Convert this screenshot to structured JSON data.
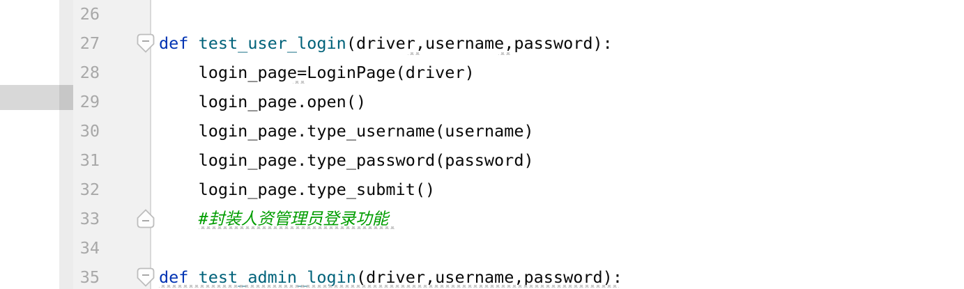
{
  "editor": {
    "gutter": {
      "line_numbers": [
        "26",
        "27",
        "28",
        "29",
        "30",
        "31",
        "32",
        "33",
        "34",
        "35"
      ],
      "fold_markers": [
        {
          "line": "27",
          "type": "collapse-start"
        },
        {
          "line": "33",
          "type": "collapse-end"
        },
        {
          "line": "35",
          "type": "collapse-start"
        }
      ]
    },
    "code": {
      "line27": {
        "keyword": "def ",
        "name": "test_user_login",
        "params": "(driver,username,password):"
      },
      "line28": {
        "text": "    login_page=LoginPage(driver)"
      },
      "line29": {
        "text": "    login_page.open()"
      },
      "line30": {
        "text": "    login_page.type_username(username)"
      },
      "line31": {
        "text": "    login_page.type_password(password)"
      },
      "line32": {
        "text": "    login_page.type_submit()"
      },
      "line33": {
        "comment": "    #封装人资管理员登录功能"
      },
      "line35": {
        "keyword": "def ",
        "name": "test_admin_login",
        "params": "(driver,username,password):"
      }
    },
    "inspections": [
      {
        "line": "27",
        "kind": "weak-warning-squiggle",
        "under": "comma after driver"
      },
      {
        "line": "27",
        "kind": "weak-warning-squiggle",
        "under": "comma after username"
      },
      {
        "line": "28",
        "kind": "weak-warning-squiggle",
        "under": "="
      },
      {
        "line": "33",
        "kind": "typo-squiggle",
        "under": "entire comment"
      },
      {
        "line": "35",
        "kind": "duplicate-code-squiggle",
        "under": "entire line"
      }
    ],
    "colors": {
      "keyword": "#0033B3",
      "function_name": "#00627A",
      "comment": "#009D00",
      "plain_text": "#080808",
      "line_number": "#A8A8A8",
      "gutter_bg": "#F1F1F1",
      "gutter_separator": "#D9D9D9",
      "selection_band": "#D8D8D8",
      "squiggle": "#C6C6C6"
    }
  }
}
